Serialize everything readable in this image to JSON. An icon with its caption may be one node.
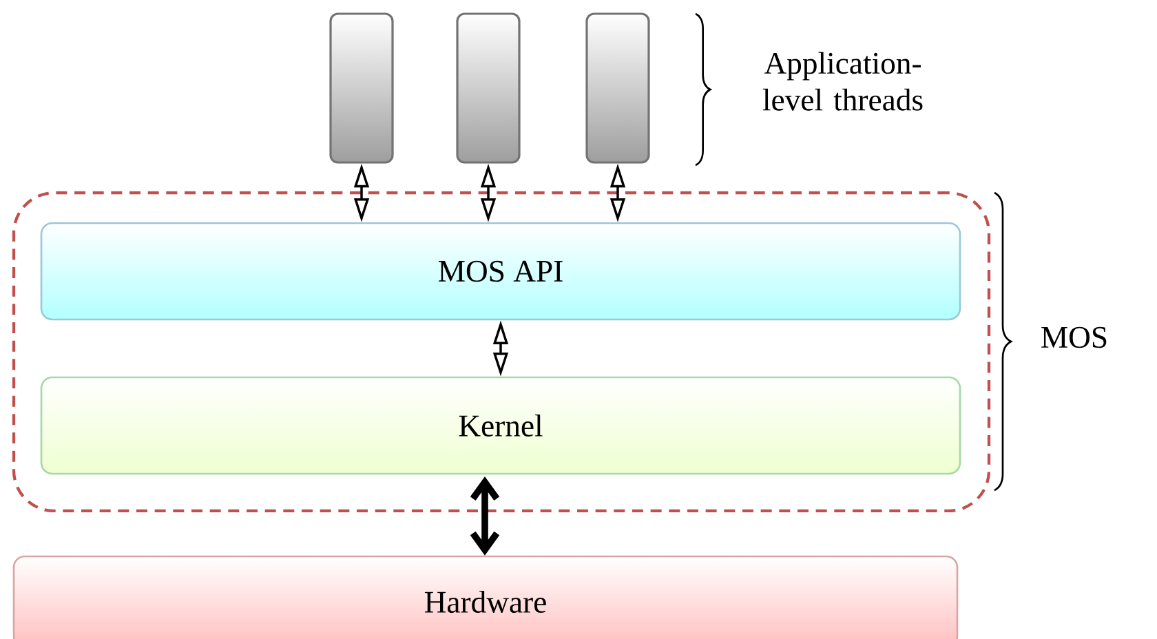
{
  "diagram": {
    "nodes": [
      {
        "text": [],
        "shape": "bar"
      },
      {
        "text": [],
        "shape": "bar"
      },
      {
        "text": [],
        "shape": "bar"
      },
      {
        "text": [],
        "shape": "box"
      },
      {
        "text": [
          "MOS API"
        ],
        "in": 3
      },
      {
        "text": [
          "Kernel"
        ],
        "in": 3
      },
      {
        "text": [
          "Hardware"
        ]
      }
    ],
    "edges": [
      {
        "from": 0,
        "to": 4,
        "arrow": "both"
      },
      {
        "from": 1,
        "to": 4,
        "arrow": "both"
      },
      {
        "from": 2,
        "to": 4,
        "arrow": "both"
      },
      {
        "from": 4,
        "to": 5,
        "arrow": "both"
      },
      {
        "from": 3,
        "to": 6,
        "arrow": "both",
        "style": "thick"
      }
    ],
    "labels": [
      "Application-level threads",
      "MOS"
    ]
  }
}
